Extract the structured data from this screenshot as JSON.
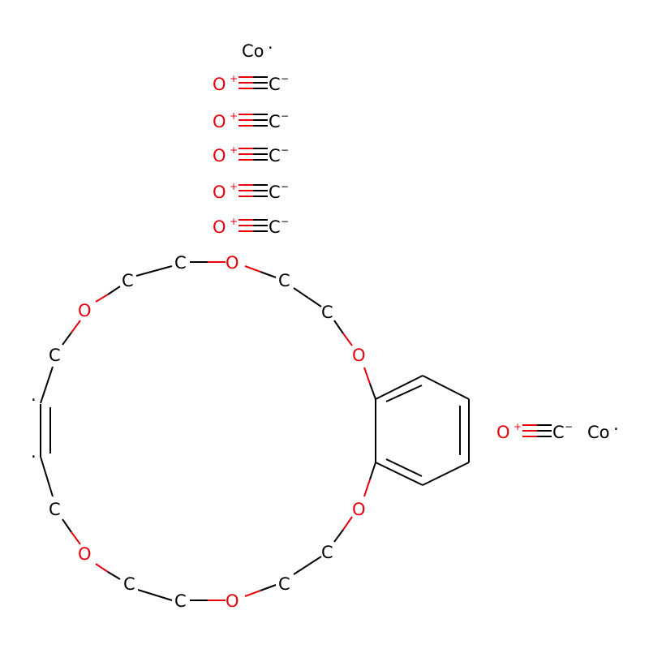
{
  "molecule": {
    "colors": {
      "carbon": "#000000",
      "oxygen": "#e8000b"
    },
    "cobalt": {
      "symbol": "Co",
      "radical": "·"
    },
    "carbonyl": {
      "oxygen": "O",
      "oxygen_charge": "+",
      "carbon": "C",
      "carbon_charge": "−"
    },
    "ring_atoms": {
      "carbon": "C",
      "oxygen": "O",
      "radical": "·"
    }
  }
}
